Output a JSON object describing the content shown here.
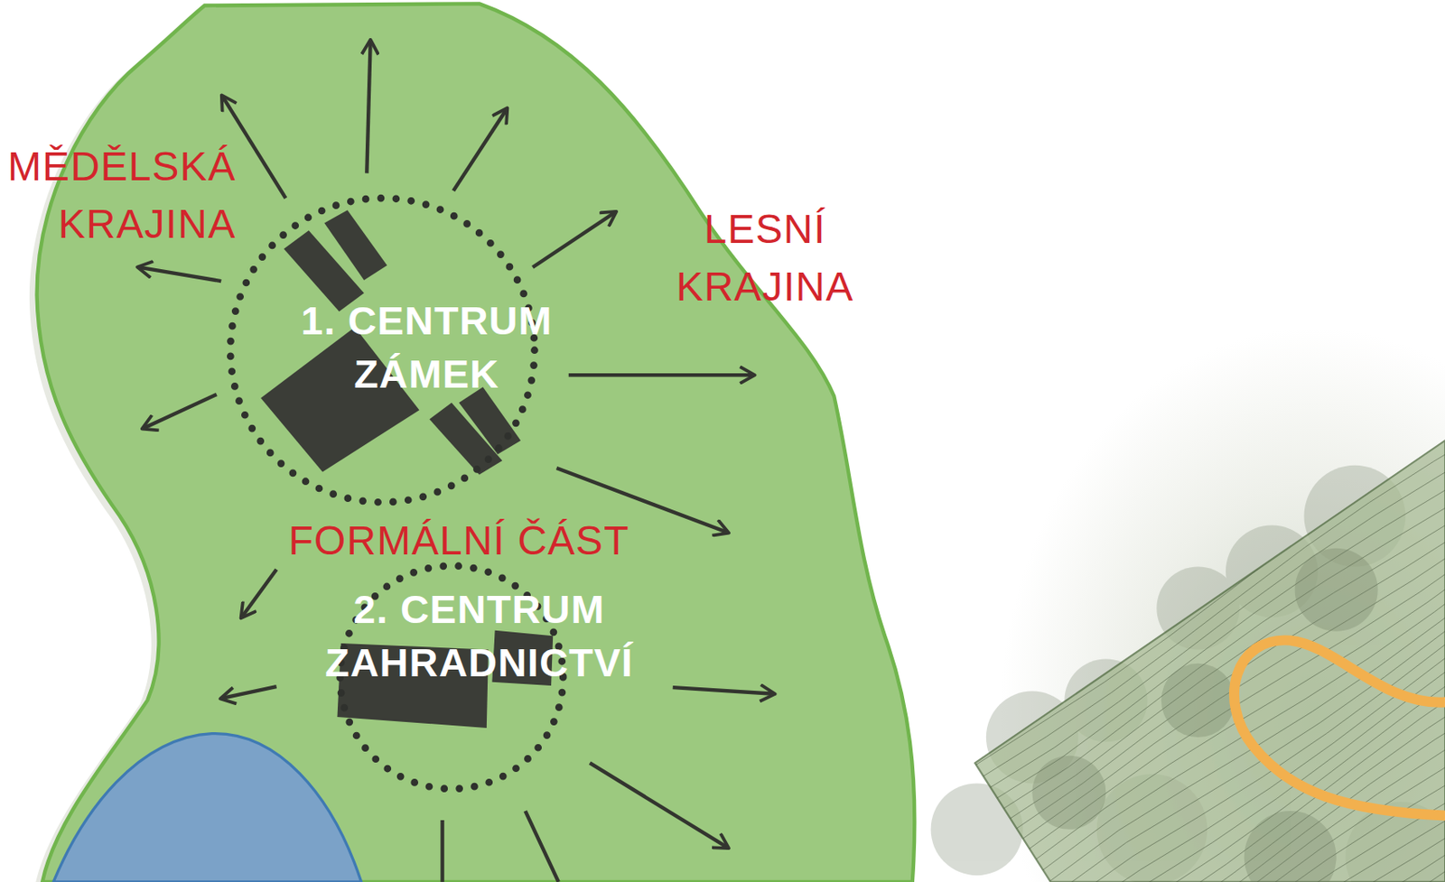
{
  "diagram": {
    "nodes": [
      {
        "text": [
          "1. CENTRUM ZÁMEK"
        ]
      },
      {
        "text": [
          "2. CENTRUM ZAHRADNICTVÍ"
        ]
      }
    ],
    "labels": [
      "MĚDĚLSKÁ KRAJINA",
      "LESNÍ KRAJINA",
      "FORMÁLNÍ ČÁST"
    ]
  }
}
